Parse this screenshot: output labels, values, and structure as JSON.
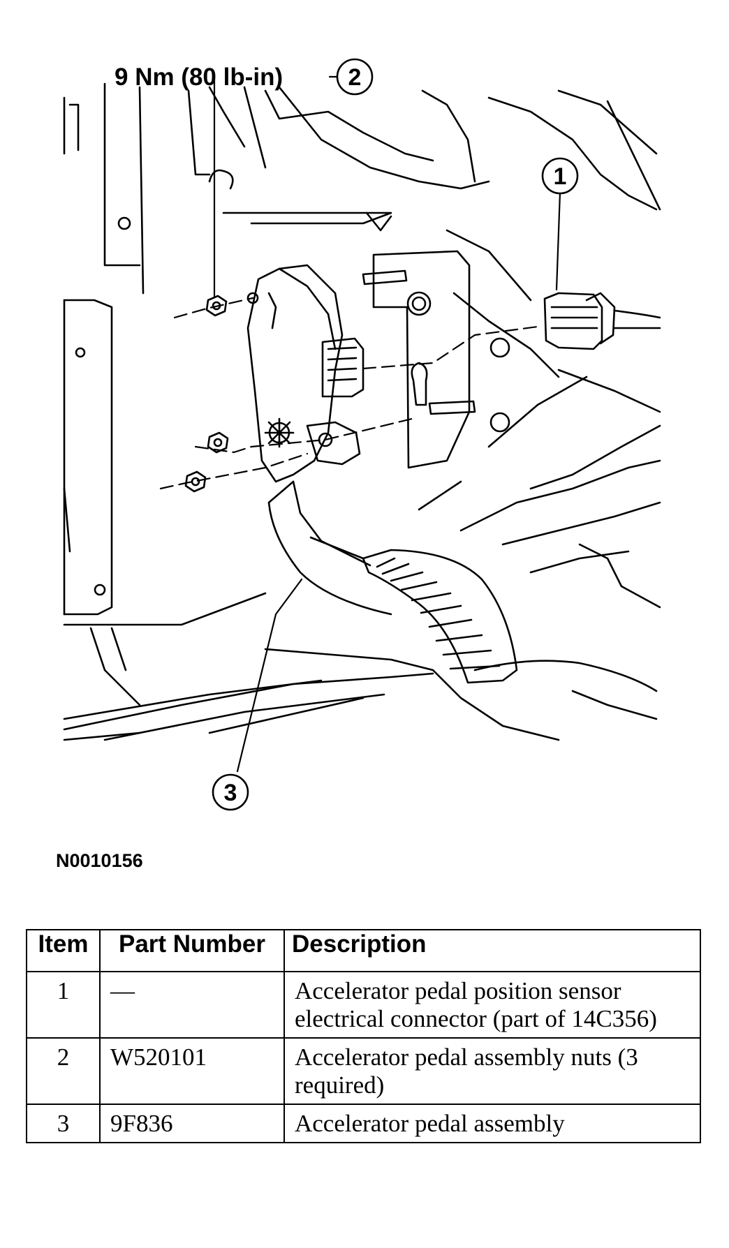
{
  "diagram": {
    "torque_label": "9 Nm (80 lb-in)",
    "callouts": [
      "1",
      "2",
      "3"
    ],
    "figure_id": "N0010156"
  },
  "table": {
    "headers": [
      "Item",
      "Part Number",
      "Description"
    ],
    "rows": [
      {
        "item": "1",
        "part_number": "—",
        "description": "Accelerator pedal position sensor electrical connector (part of 14C356)"
      },
      {
        "item": "2",
        "part_number": "W520101",
        "description": "Accelerator pedal assembly nuts (3 required)"
      },
      {
        "item": "3",
        "part_number": "9F836",
        "description": "Accelerator pedal assembly"
      }
    ]
  }
}
